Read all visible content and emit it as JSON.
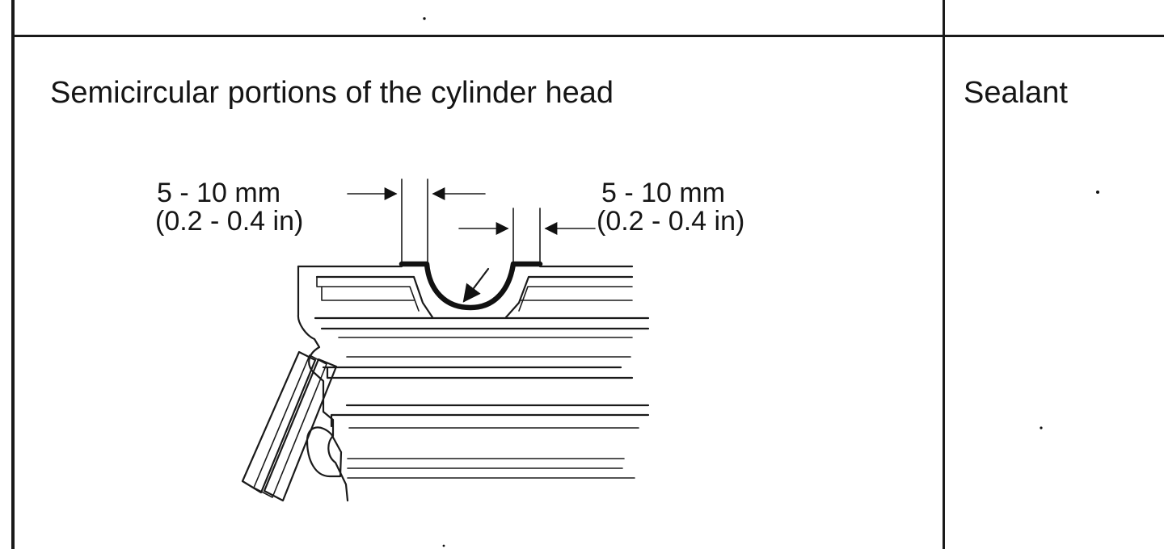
{
  "table": {
    "location": "Semicircular portions of the cylinder head",
    "material": "Sealant"
  },
  "diagram": {
    "left_dimension": {
      "metric": "5 - 10 mm",
      "imperial": "(0.2 - 0.4 in)"
    },
    "right_dimension": {
      "metric": "5 - 10 mm",
      "imperial": "(0.2 - 0.4 in)"
    }
  }
}
